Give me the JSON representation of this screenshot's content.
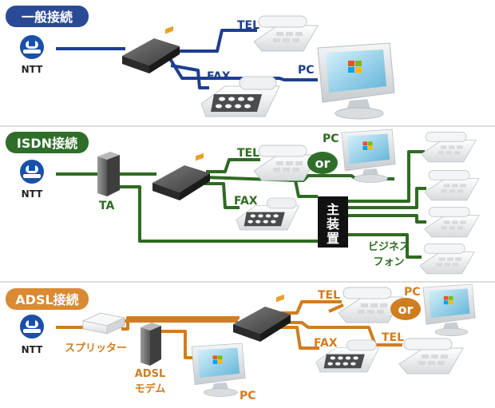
{
  "sections": [
    {
      "title": "一般接続",
      "color": "#2b4a96",
      "line_color": "#1e3f8f",
      "labels": {
        "ntt": "NTT",
        "tel": "TEL",
        "fax": "FAX",
        "pc": "PC"
      }
    },
    {
      "title": "ISDN接続",
      "color": "#2f6e2a",
      "line_color": "#2e6b22",
      "labels": {
        "ntt": "NTT",
        "ta": "TA",
        "tel": "TEL",
        "or": "or",
        "pc": "PC",
        "fax": "FAX",
        "main_unit": [
          "主",
          "装",
          "置"
        ],
        "business_phone_1": "ビジネス",
        "business_phone_2": "フォン"
      }
    },
    {
      "title": "ADSL接続",
      "color": "#d98a32",
      "line_color": "#d07d20",
      "labels": {
        "ntt": "NTT",
        "splitter": "スプリッター",
        "modem_1": "ADSL",
        "modem_2": "モデム",
        "pc1": "PC",
        "tel1": "TEL",
        "or": "or",
        "pc2": "PC",
        "fax": "FAX",
        "tel2": "TEL"
      }
    }
  ],
  "icons": {
    "ntt_logo": "ntt-logo-icon",
    "router": "router-icon",
    "phone": "telephone-icon",
    "fax": "fax-icon",
    "pc": "pc-monitor-icon",
    "ta": "terminal-adapter-icon",
    "splitter": "splitter-icon",
    "modem": "modem-icon"
  }
}
